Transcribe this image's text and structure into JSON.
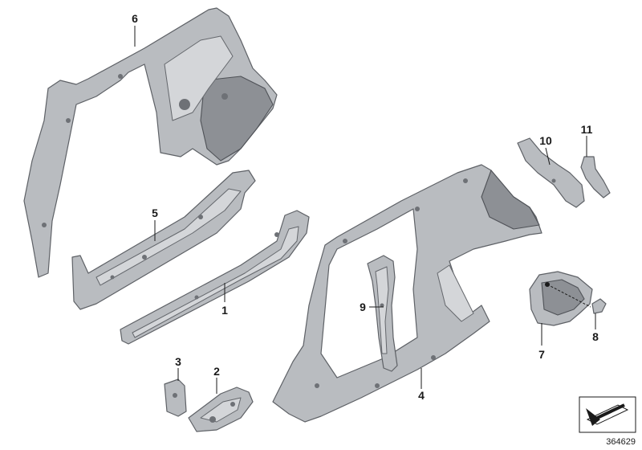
{
  "callouts": {
    "c1": "1",
    "c2": "2",
    "c3": "3",
    "c4": "4",
    "c5": "5",
    "c6": "6",
    "c7": "7",
    "c8": "8",
    "c9": "9",
    "c10": "10",
    "c11": "11"
  },
  "reference_number": "364629",
  "colors": {
    "part_fill": "#b9bcc0",
    "part_outline": "#5e6166",
    "callout_text": "#1a1a1a",
    "background": "#ffffff"
  }
}
